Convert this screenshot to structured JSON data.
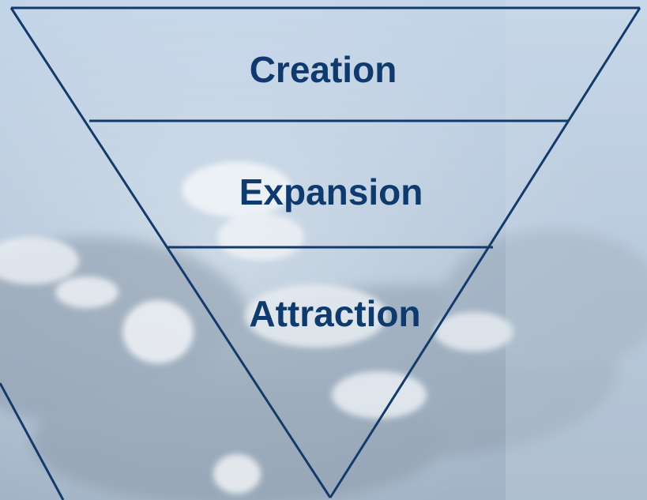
{
  "funnel": {
    "tiers": [
      {
        "label": "Creation"
      },
      {
        "label": "Expansion"
      },
      {
        "label": "Attraction"
      }
    ]
  },
  "colors": {
    "outline": "#123b6b",
    "label": "#0f3a6e",
    "sky_top": "#b9cde3",
    "sky_bottom": "#9fb2c6",
    "cloud": "#eef2f6"
  }
}
